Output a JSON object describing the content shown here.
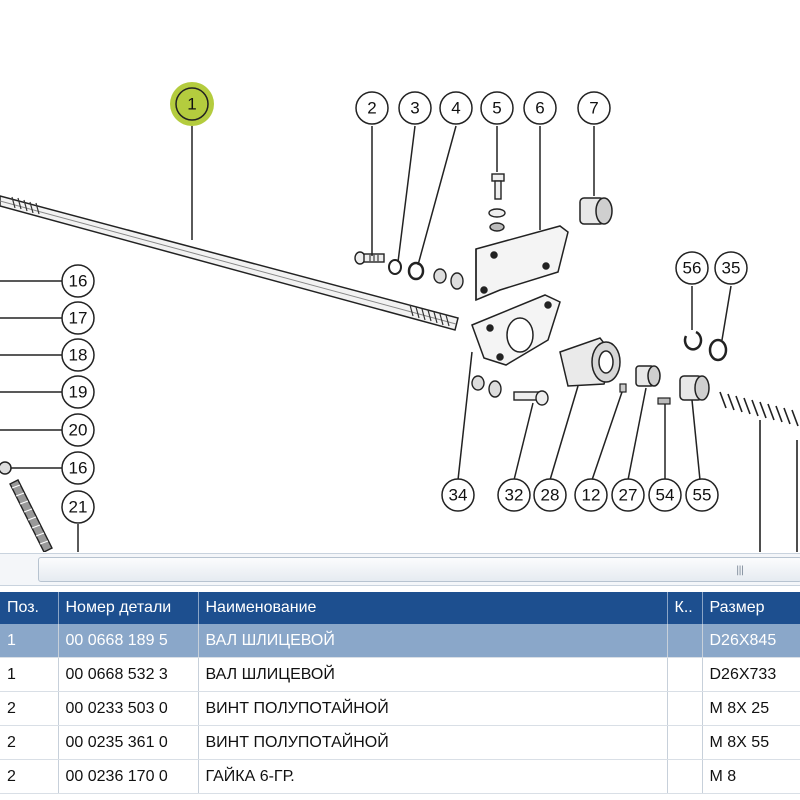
{
  "diagram": {
    "highlighted_callout": "1",
    "callouts": [
      "1",
      "2",
      "3",
      "4",
      "5",
      "6",
      "7",
      "16",
      "17",
      "18",
      "19",
      "20",
      "16",
      "21",
      "56",
      "35",
      "34",
      "32",
      "28",
      "12",
      "27",
      "54",
      "55"
    ],
    "highlight_color": "#b4cc3e"
  },
  "scrollbar": {
    "grip": "|||"
  },
  "table": {
    "headers": [
      "Поз.",
      "Номер детали",
      "Наименование",
      "К..",
      "Размер"
    ],
    "rows": [
      {
        "pos": "1",
        "part": "00 0668 189 5",
        "name": "ВАЛ ШЛИЦЕВОЙ",
        "qty": "",
        "size": "D26X845"
      },
      {
        "pos": "1",
        "part": "00 0668 532 3",
        "name": "ВАЛ ШЛИЦЕВОЙ",
        "qty": "",
        "size": "D26X733"
      },
      {
        "pos": "2",
        "part": "00 0233 503 0",
        "name": "ВИНТ ПОЛУПОТАЙНОЙ",
        "qty": "",
        "size": "M 8X 25"
      },
      {
        "pos": "2",
        "part": "00 0235 361 0",
        "name": "ВИНТ ПОЛУПОТАЙНОЙ",
        "qty": "",
        "size": "M 8X 55"
      },
      {
        "pos": "2",
        "part": "00 0236 170 0",
        "name": "ГАЙКА 6-ГР.",
        "qty": "",
        "size": "M 8"
      }
    ],
    "selected_row": 0,
    "header_color": "#1d4f8f",
    "selected_color": "#8aa7c9"
  }
}
